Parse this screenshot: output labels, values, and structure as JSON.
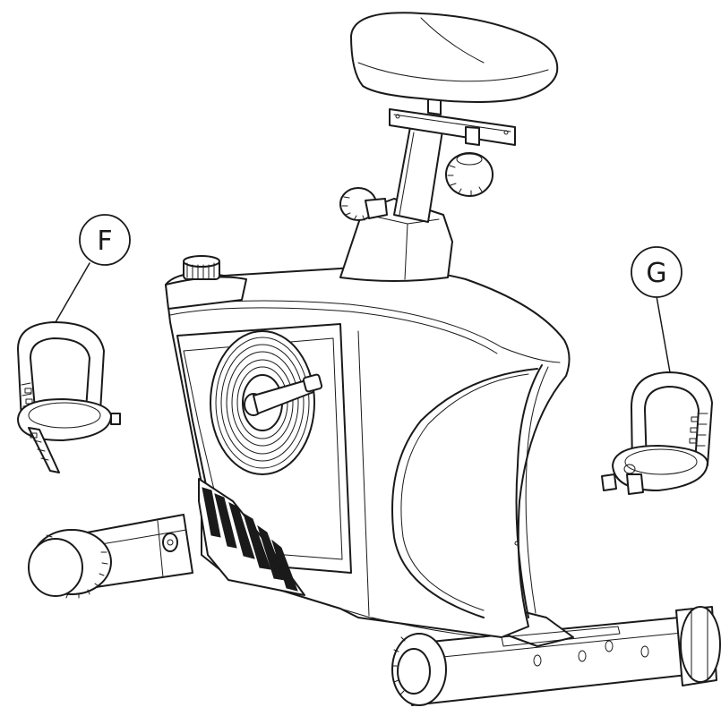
{
  "diagram": {
    "callouts": [
      {
        "id": "F",
        "label": "F",
        "part": "left-pedal"
      },
      {
        "id": "G",
        "label": "G",
        "part": "right-pedal"
      }
    ],
    "line_color": "#1a1a1a",
    "background": "#ffffff"
  }
}
